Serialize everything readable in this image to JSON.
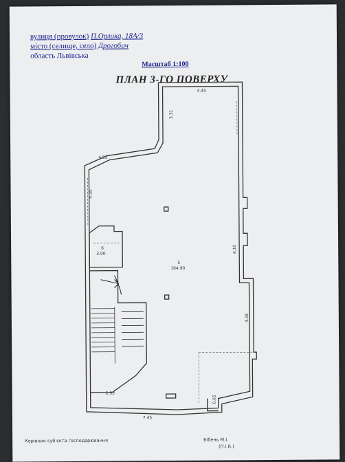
{
  "header": {
    "street_label": "вулиця (провулок)",
    "street_value": "П.Орлика, 18А/3",
    "city_label": "місто (селище, село)",
    "city_value": "Дрогобич",
    "region": "область Львівська"
  },
  "scale": "Масштаб 1:100",
  "title": "ПЛАН 3-ГО ПОВЕРХУ",
  "dimensions": {
    "d1": "4.45",
    "d2": "3.31",
    "d3": "4.53",
    "d4": "4.35",
    "d5": "4.10",
    "d6": "4.28",
    "d7": "2.99",
    "d8": "7.45",
    "d9": "0.65"
  },
  "rooms": {
    "r6_num": "6",
    "r6_area": "3.00",
    "r5_num": "5",
    "r5_area": "164.90"
  },
  "footer": {
    "left": "Керівник суб'єкта господарювання",
    "right_name": "Бібень М.І.",
    "right_initials": "(П.І.Б.)"
  }
}
